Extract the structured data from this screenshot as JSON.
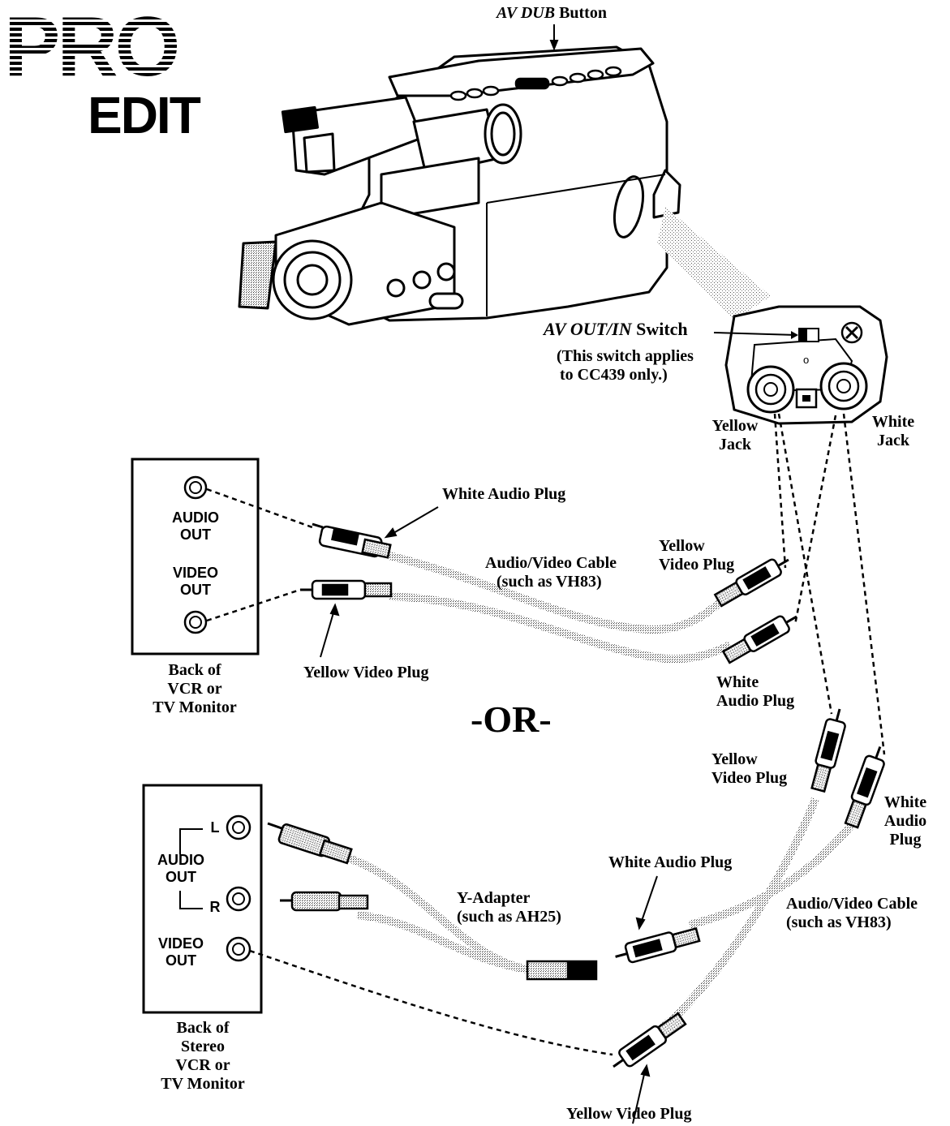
{
  "logo": {
    "line1": "PRO",
    "line2": "EDIT"
  },
  "camcorder": {
    "av_dub": {
      "emphasis": "AV DUB",
      "rest": " Button"
    },
    "av_switch": {
      "emphasis": "AV OUT/IN",
      "rest": " Switch"
    },
    "switch_note_line1": "(This switch applies",
    "switch_note_line2": "to CC439 only.)",
    "yellow_jack": [
      "Yellow",
      "Jack"
    ],
    "white_jack": [
      "White",
      "Jack"
    ]
  },
  "setup1": {
    "panel": {
      "audio_out": [
        "AUDIO",
        "OUT"
      ],
      "video_out": [
        "VIDEO",
        "OUT"
      ]
    },
    "panel_caption": [
      "Back of",
      "VCR or",
      "TV Monitor"
    ],
    "white_audio_plug_left": "White Audio Plug",
    "yellow_video_plug_left": "Yellow Video Plug",
    "cable": [
      "Audio/Video Cable",
      "(such as VH83)"
    ],
    "yellow_video_plug_right": [
      "Yellow",
      "Video Plug"
    ],
    "white_audio_plug_right": [
      "White",
      "Audio Plug"
    ]
  },
  "separator": "-OR-",
  "setup2": {
    "panel": {
      "audio_out": [
        "AUDIO",
        "OUT"
      ],
      "left": "L",
      "right": "R",
      "video_out": [
        "VIDEO",
        "OUT"
      ]
    },
    "panel_caption": [
      "Back of",
      "Stereo",
      "VCR or",
      "TV Monitor"
    ],
    "adapter": [
      "Y-Adapter",
      "(such as AH25)"
    ],
    "white_audio_plug_mid": "White Audio Plug",
    "cable": [
      "Audio/Video Cable",
      "(such as VH83)"
    ],
    "yellow_video_plug_top": [
      "Yellow",
      "Video Plug"
    ],
    "white_audio_plug_top": [
      "White",
      "Audio",
      "Plug"
    ],
    "yellow_video_plug_bottom": "Yellow Video Plug"
  }
}
